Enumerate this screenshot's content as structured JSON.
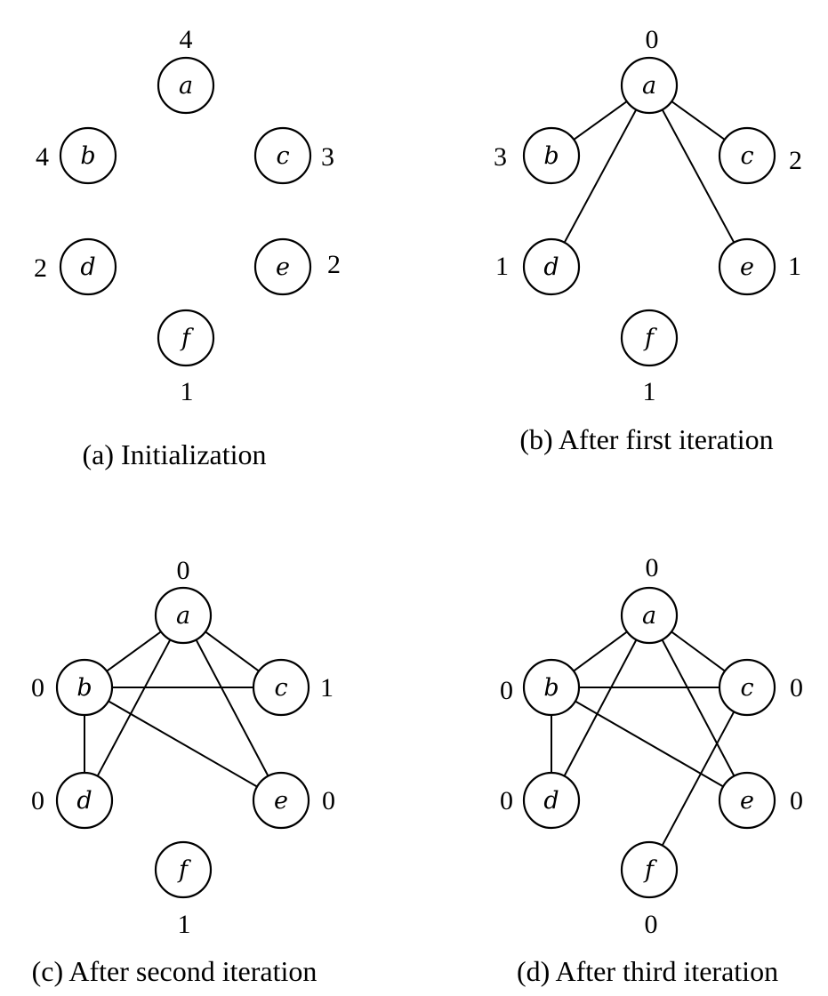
{
  "panels": [
    {
      "caption": "(a) Initialization",
      "nodes": [
        {
          "id": "a",
          "label": "a",
          "value": "4"
        },
        {
          "id": "b",
          "label": "b",
          "value": "4"
        },
        {
          "id": "c",
          "label": "c",
          "value": "3"
        },
        {
          "id": "d",
          "label": "d",
          "value": "2"
        },
        {
          "id": "e",
          "label": "e",
          "value": "2"
        },
        {
          "id": "f",
          "label": "f",
          "value": "1"
        }
      ],
      "edges": []
    },
    {
      "caption": "(b) After first iteration",
      "nodes": [
        {
          "id": "a",
          "label": "a",
          "value": "0"
        },
        {
          "id": "b",
          "label": "b",
          "value": "3"
        },
        {
          "id": "c",
          "label": "c",
          "value": "2"
        },
        {
          "id": "d",
          "label": "d",
          "value": "1"
        },
        {
          "id": "e",
          "label": "e",
          "value": "1"
        },
        {
          "id": "f",
          "label": "f",
          "value": "1"
        }
      ],
      "edges": [
        [
          "a",
          "b"
        ],
        [
          "a",
          "c"
        ],
        [
          "a",
          "d"
        ],
        [
          "a",
          "e"
        ]
      ]
    },
    {
      "caption": "(c) After second iteration",
      "nodes": [
        {
          "id": "a",
          "label": "a",
          "value": "0"
        },
        {
          "id": "b",
          "label": "b",
          "value": "0"
        },
        {
          "id": "c",
          "label": "c",
          "value": "1"
        },
        {
          "id": "d",
          "label": "d",
          "value": "0"
        },
        {
          "id": "e",
          "label": "e",
          "value": "0"
        },
        {
          "id": "f",
          "label": "f",
          "value": "1"
        }
      ],
      "edges": [
        [
          "a",
          "b"
        ],
        [
          "a",
          "c"
        ],
        [
          "a",
          "d"
        ],
        [
          "a",
          "e"
        ],
        [
          "b",
          "c"
        ],
        [
          "b",
          "d"
        ],
        [
          "b",
          "e"
        ]
      ]
    },
    {
      "caption": "(d) After third iteration",
      "nodes": [
        {
          "id": "a",
          "label": "a",
          "value": "0"
        },
        {
          "id": "b",
          "label": "b",
          "value": "0"
        },
        {
          "id": "c",
          "label": "c",
          "value": "0"
        },
        {
          "id": "d",
          "label": "d",
          "value": "0"
        },
        {
          "id": "e",
          "label": "e",
          "value": "0"
        },
        {
          "id": "f",
          "label": "f",
          "value": "0"
        }
      ],
      "edges": [
        [
          "a",
          "b"
        ],
        [
          "a",
          "c"
        ],
        [
          "a",
          "d"
        ],
        [
          "a",
          "e"
        ],
        [
          "b",
          "c"
        ],
        [
          "b",
          "d"
        ],
        [
          "b",
          "e"
        ],
        [
          "c",
          "f"
        ]
      ]
    }
  ]
}
